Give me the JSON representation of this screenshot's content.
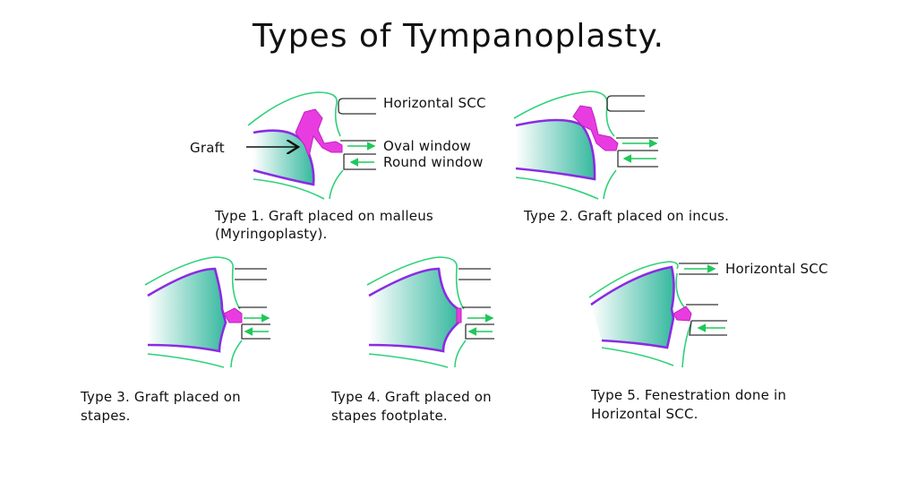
{
  "title": "Types of Tympanoplasty.",
  "labels": {
    "graft": "Graft",
    "horizontal_scc": "Horizontal SCC",
    "oval_window": "Oval window",
    "round_window": "Round window",
    "horizontal_scc_type5": "Horizontal SCC"
  },
  "captions": [
    {
      "line1": "Type 1. Graft placed on malleus",
      "line2": "(Myringoplasty)."
    },
    {
      "line1": "Type 2. Graft placed on incus.",
      "line2": ""
    },
    {
      "line1": "Type 3. Graft placed on",
      "line2": "stapes."
    },
    {
      "line1": "Type 4. Graft placed on",
      "line2": "stapes footplate."
    },
    {
      "line1": "Type 5. Fenestration done in",
      "line2": "Horizontal SCC."
    }
  ],
  "colors": {
    "bone": "#2ed17a",
    "graft": "#8a2be2",
    "ossicle": "#e83ce0",
    "fluid": "#2bb59a",
    "arrow": "#1ec85a"
  }
}
